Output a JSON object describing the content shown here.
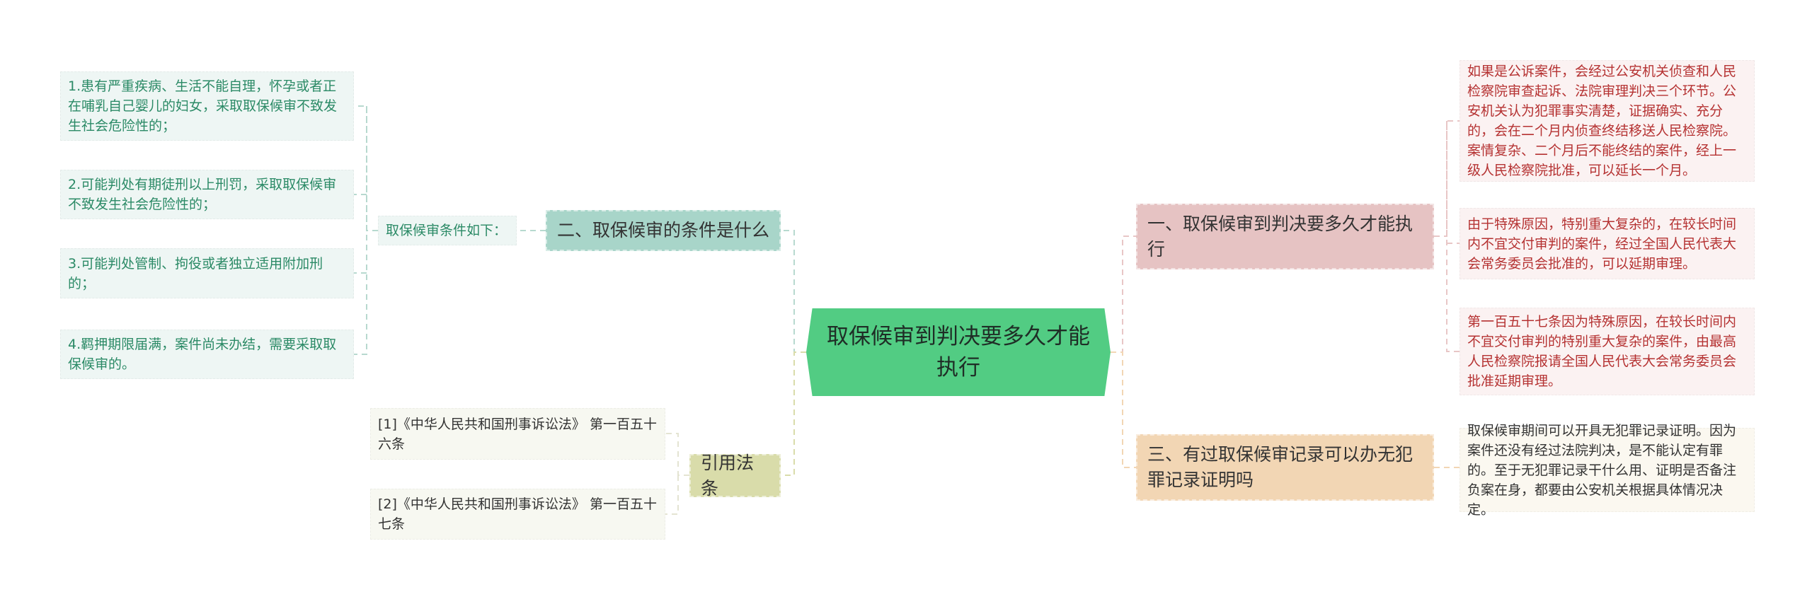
{
  "center": {
    "title": "取保候审到判决要多久才能执行"
  },
  "left": {
    "conditions": {
      "title": "二、取保候审的条件是什么",
      "intro": "取保候审条件如下：",
      "items": [
        "1.患有严重疾病、生活不能自理，怀孕或者正在哺乳自己婴儿的妇女，采取取保候审不致发生社会危险性的；",
        "2.可能判处有期徒刑以上刑罚，采取取保候审不致发生社会危险性的；",
        "3.可能判处管制、拘役或者独立适用附加刑的；",
        "4.羁押期限届满，案件尚未办结，需要采取取保候审的。"
      ]
    },
    "references": {
      "title": "引用法条",
      "items": [
        "[1]《中华人民共和国刑事诉讼法》 第一百五十六条",
        "[2]《中华人民共和国刑事诉讼法》 第一百五十七条"
      ]
    }
  },
  "right": {
    "duration": {
      "title": "一、取保候审到判决要多久才能执行",
      "items": [
        "如果是公诉案件，会经过公安机关侦查和人民检察院审查起诉、法院审理判决三个环节。公安机关认为犯罪事实清楚，证据确实、充分的，会在二个月内侦查终结移送人民检察院。案情复杂、二个月后不能终结的案件，经上一级人民检察院批准，可以延长一个月。",
        "由于特殊原因，特别重大复杂的，在较长时间内不宜交付审判的案件，经过全国人民代表大会常务委员会批准的，可以延期审理。",
        "第一百五十七条因为特殊原因，在较长时间内不宜交付审判的特别重大复杂的案件，由最高人民检察院报请全国人民代表大会常务委员会批准延期审理。"
      ]
    },
    "record": {
      "title": "三、有过取保候审记录可以办无犯罪记录证明吗",
      "items": [
        "取保候审期间可以开具无犯罪记录证明。因为案件还没有经过法院判决，是不能认定有罪的。至于无犯罪记录干什么用、证明是否备注负案在身，都要由公安机关根据具体情况决定。"
      ]
    }
  },
  "colors": {
    "center": "#52cc83",
    "conditions": "#a8d5c9",
    "references": "#d9dcaa",
    "duration": "#e6c3c3",
    "record": "#f2d6b4"
  }
}
